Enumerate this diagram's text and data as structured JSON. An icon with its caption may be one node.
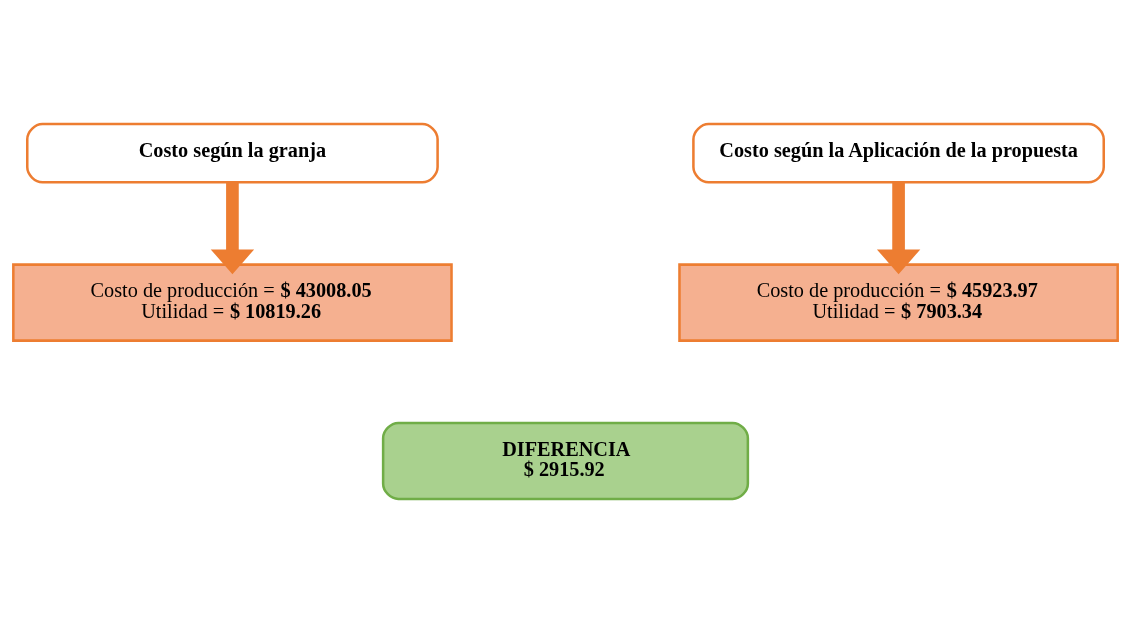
{
  "diagram": {
    "nodes": [
      {
        "text": [
          "Costo según la granja"
        ]
      },
      {
        "text": [
          "Costo según la Aplicación de la propuesta"
        ]
      },
      {
        "text": [
          "Costo de producción = **$ 43008.05**",
          "Utilidad = **$ 10819.26**"
        ]
      },
      {
        "text": [
          "Costo de producción = **$ 45923.97**",
          "Utilidad = **$ 7903.34**"
        ]
      },
      {
        "text": [
          "DIFERENCIA",
          "$ 2915.92"
        ]
      }
    ],
    "edges": [
      {
        "from": 0,
        "to": 2,
        "arrow": "to"
      },
      {
        "from": 1,
        "to": 3,
        "arrow": "to"
      }
    ]
  }
}
